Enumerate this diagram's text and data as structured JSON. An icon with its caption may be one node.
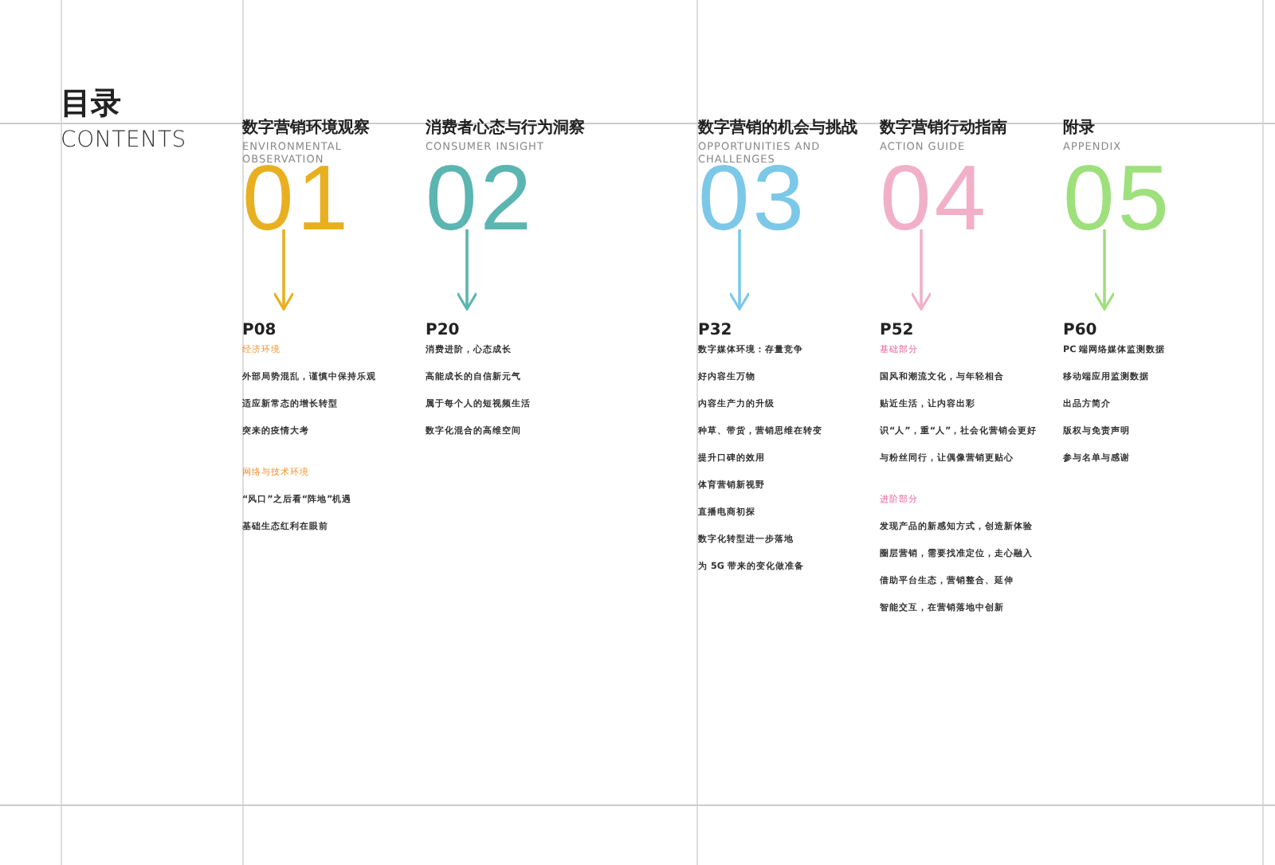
{
  "diagram": {
    "title": "目录",
    "nodes": [
      {
        "text": [
          "数字营销环境观察",
          "ENVIRONMENTAL OBSERVATION",
          "01"
        ]
      },
      {
        "text": [
          "P08",
          "经济环境",
          "外部局势混乱，谨慎中保持乐观",
          "适应新常态的增长转型",
          "突来的疫情大考",
          "网络与技术环境",
          "“风口”之后看“阵地”机遇",
          "基础生态红利在眼前"
        ]
      },
      {
        "text": [
          "消费者心态与行为洞察",
          "CONSUMER INSIGHT",
          "02"
        ]
      },
      {
        "text": [
          "P20",
          "消费进阶，心态成长",
          "高能成长的自信新元气",
          "属于每个人的短视频生活",
          "数字化混合的高维空间"
        ]
      },
      {
        "text": [
          "数字营销的机会与挑战",
          "OPPORTUNITIES AND CHALLENGES",
          "03"
        ]
      },
      {
        "text": [
          "P32",
          "数字媒体环境：存量竞争",
          "好内容生万物",
          "内容生产力的升级",
          "种草、带货，营销思维在转变",
          "提升口碑的效用",
          "体育营销新视野",
          "直播电商初探",
          "数字化转型进一步落地",
          "为 5G 带来的变化做准备"
        ]
      },
      {
        "text": [
          "数字营销行动指南",
          "ACTION GUIDE",
          "04"
        ]
      },
      {
        "text": [
          "P52",
          "基础部分",
          "国风和潮流文化，与年轻相合",
          "贴近生活，让内容出彩",
          "识“人”，重“人”，社会化营销会更好",
          "与粉丝同行，让偶像营销更贴心",
          "进阶部分",
          "发现产品的新感知方式，创造新体验",
          "圈层营销，需要找准定位，走心融入",
          "借助平台生态，营销整合、延伸",
          "智能交互，在营销落地中创新"
        ]
      },
      {
        "text": [
          "附录",
          "APPENDIX",
          "05"
        ]
      },
      {
        "text": [
          "P60",
          "PC 端网络媒体监测数据",
          "移动端应用监测数据",
          "出品方简介",
          "版权与免责声明",
          "参与名单与感谢"
        ]
      }
    ],
    "edges": [
      {
        "from": 0,
        "to": 1,
        "arrow": "to",
        "color": "#e8b020"
      },
      {
        "from": 2,
        "to": 3,
        "arrow": "to",
        "color": "#5bb5b0"
      },
      {
        "from": 4,
        "to": 5,
        "arrow": "to",
        "color": "#7cc8e8"
      },
      {
        "from": 6,
        "to": 7,
        "arrow": "to",
        "color": "#f2b0c8"
      },
      {
        "from": 8,
        "to": 9,
        "arrow": "to",
        "color": "#9ee07c"
      }
    ],
    "labels": [
      "CONTENTS"
    ]
  }
}
